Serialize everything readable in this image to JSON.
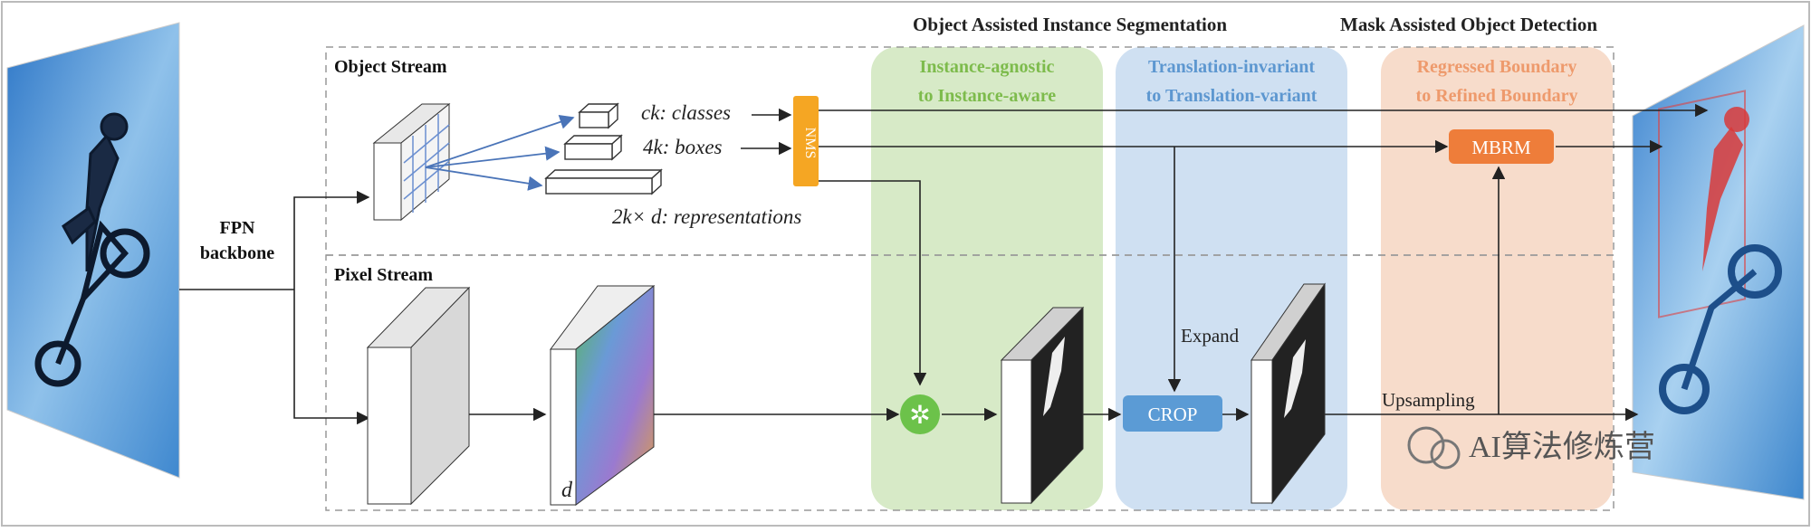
{
  "headers": {
    "left": "Object Assisted Instance Segmentation",
    "right": "Mask Assisted Object Detection"
  },
  "streams": {
    "object": "Object Stream",
    "pixel": "Pixel Stream"
  },
  "backbone": {
    "line1": "FPN",
    "line2": "backbone"
  },
  "outputs": {
    "classes": "ck: classes",
    "boxes": "4k: boxes",
    "representations": "2k× d: representations"
  },
  "nms": "NMS",
  "panels": {
    "green": {
      "line1": "Instance-agnostic",
      "line2": "to Instance-aware",
      "color": "#7dbb4c"
    },
    "blue": {
      "line1": "Translation-invariant",
      "line2": "to Translation-variant",
      "color": "#5d97d0"
    },
    "orange": {
      "line1": "Regressed Boundary",
      "line2": "to Refined Boundary",
      "color": "#ee9a6c"
    }
  },
  "crop": "CROP",
  "mbrm": "MBRM",
  "expand": "Expand",
  "upsampling": "Upsampling",
  "d_label": "d",
  "watermark": "AI算法修炼营",
  "colors": {
    "green_panel": "#d7eac7",
    "blue_panel": "#cfe0f2",
    "orange_panel": "#f7dccb",
    "nms": "#f5a623",
    "crop": "#5b9bd5",
    "mbrm": "#ee7d3a",
    "conv": "#6cc24a"
  }
}
